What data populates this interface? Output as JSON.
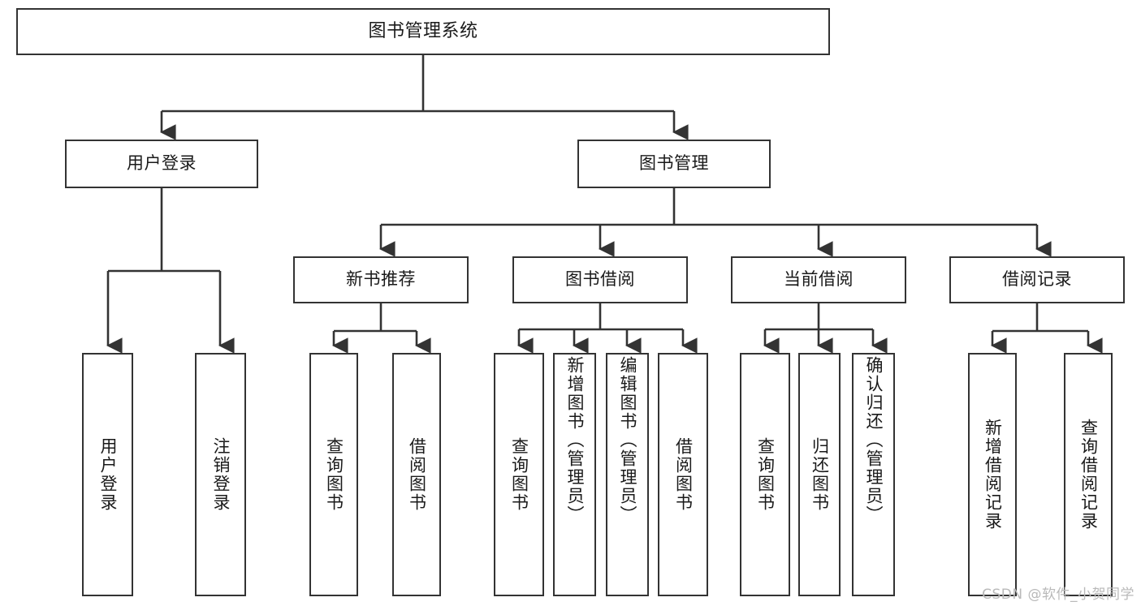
{
  "diagram": {
    "type": "tree-hierarchy",
    "title": "图书管理系统",
    "watermark": "CSDN @软件_小贺同学",
    "colors": {
      "box_border": "#333333",
      "box_fill": "#ffffff",
      "edge": "#333333",
      "text": "#1a1a1a",
      "watermark": "#b9b9b9",
      "background": "#ffffff"
    },
    "root": {
      "id": "root",
      "label": "图书管理系统"
    },
    "level1": [
      {
        "id": "user-login",
        "label": "用户登录"
      },
      {
        "id": "book-management",
        "label": "图书管理"
      }
    ],
    "level2": [
      {
        "id": "new-book-recommend",
        "label": "新书推荐",
        "parent": "book-management"
      },
      {
        "id": "book-borrow",
        "label": "图书借阅",
        "parent": "book-management"
      },
      {
        "id": "current-borrow",
        "label": "当前借阅",
        "parent": "book-management"
      },
      {
        "id": "borrow-record",
        "label": "借阅记录",
        "parent": "book-management"
      }
    ],
    "leaves": [
      {
        "id": "leaf-user-login",
        "label": "用户登录",
        "parent": "user-login"
      },
      {
        "id": "leaf-logout-login",
        "label": "注销登录",
        "parent": "user-login"
      },
      {
        "id": "leaf-query-book-1",
        "label": "查询图书",
        "parent": "new-book-recommend"
      },
      {
        "id": "leaf-borrow-book-1",
        "label": "借阅图书",
        "parent": "new-book-recommend"
      },
      {
        "id": "leaf-query-book-2",
        "label": "查询图书",
        "parent": "book-borrow"
      },
      {
        "id": "leaf-add-book",
        "label": "新增图书（管理员）",
        "parent": "book-borrow"
      },
      {
        "id": "leaf-edit-book",
        "label": "编辑图书（管理员）",
        "parent": "book-borrow"
      },
      {
        "id": "leaf-borrow-book-2",
        "label": "借阅图书",
        "parent": "book-borrow"
      },
      {
        "id": "leaf-query-book-3",
        "label": "查询图书",
        "parent": "current-borrow"
      },
      {
        "id": "leaf-return-book",
        "label": "归还图书",
        "parent": "current-borrow"
      },
      {
        "id": "leaf-confirm-return",
        "label": "确认归还（管理员）",
        "parent": "current-borrow"
      },
      {
        "id": "leaf-add-record",
        "label": "新增借阅记录",
        "parent": "borrow-record"
      },
      {
        "id": "leaf-query-record",
        "label": "查询借阅记录",
        "parent": "borrow-record"
      }
    ]
  }
}
